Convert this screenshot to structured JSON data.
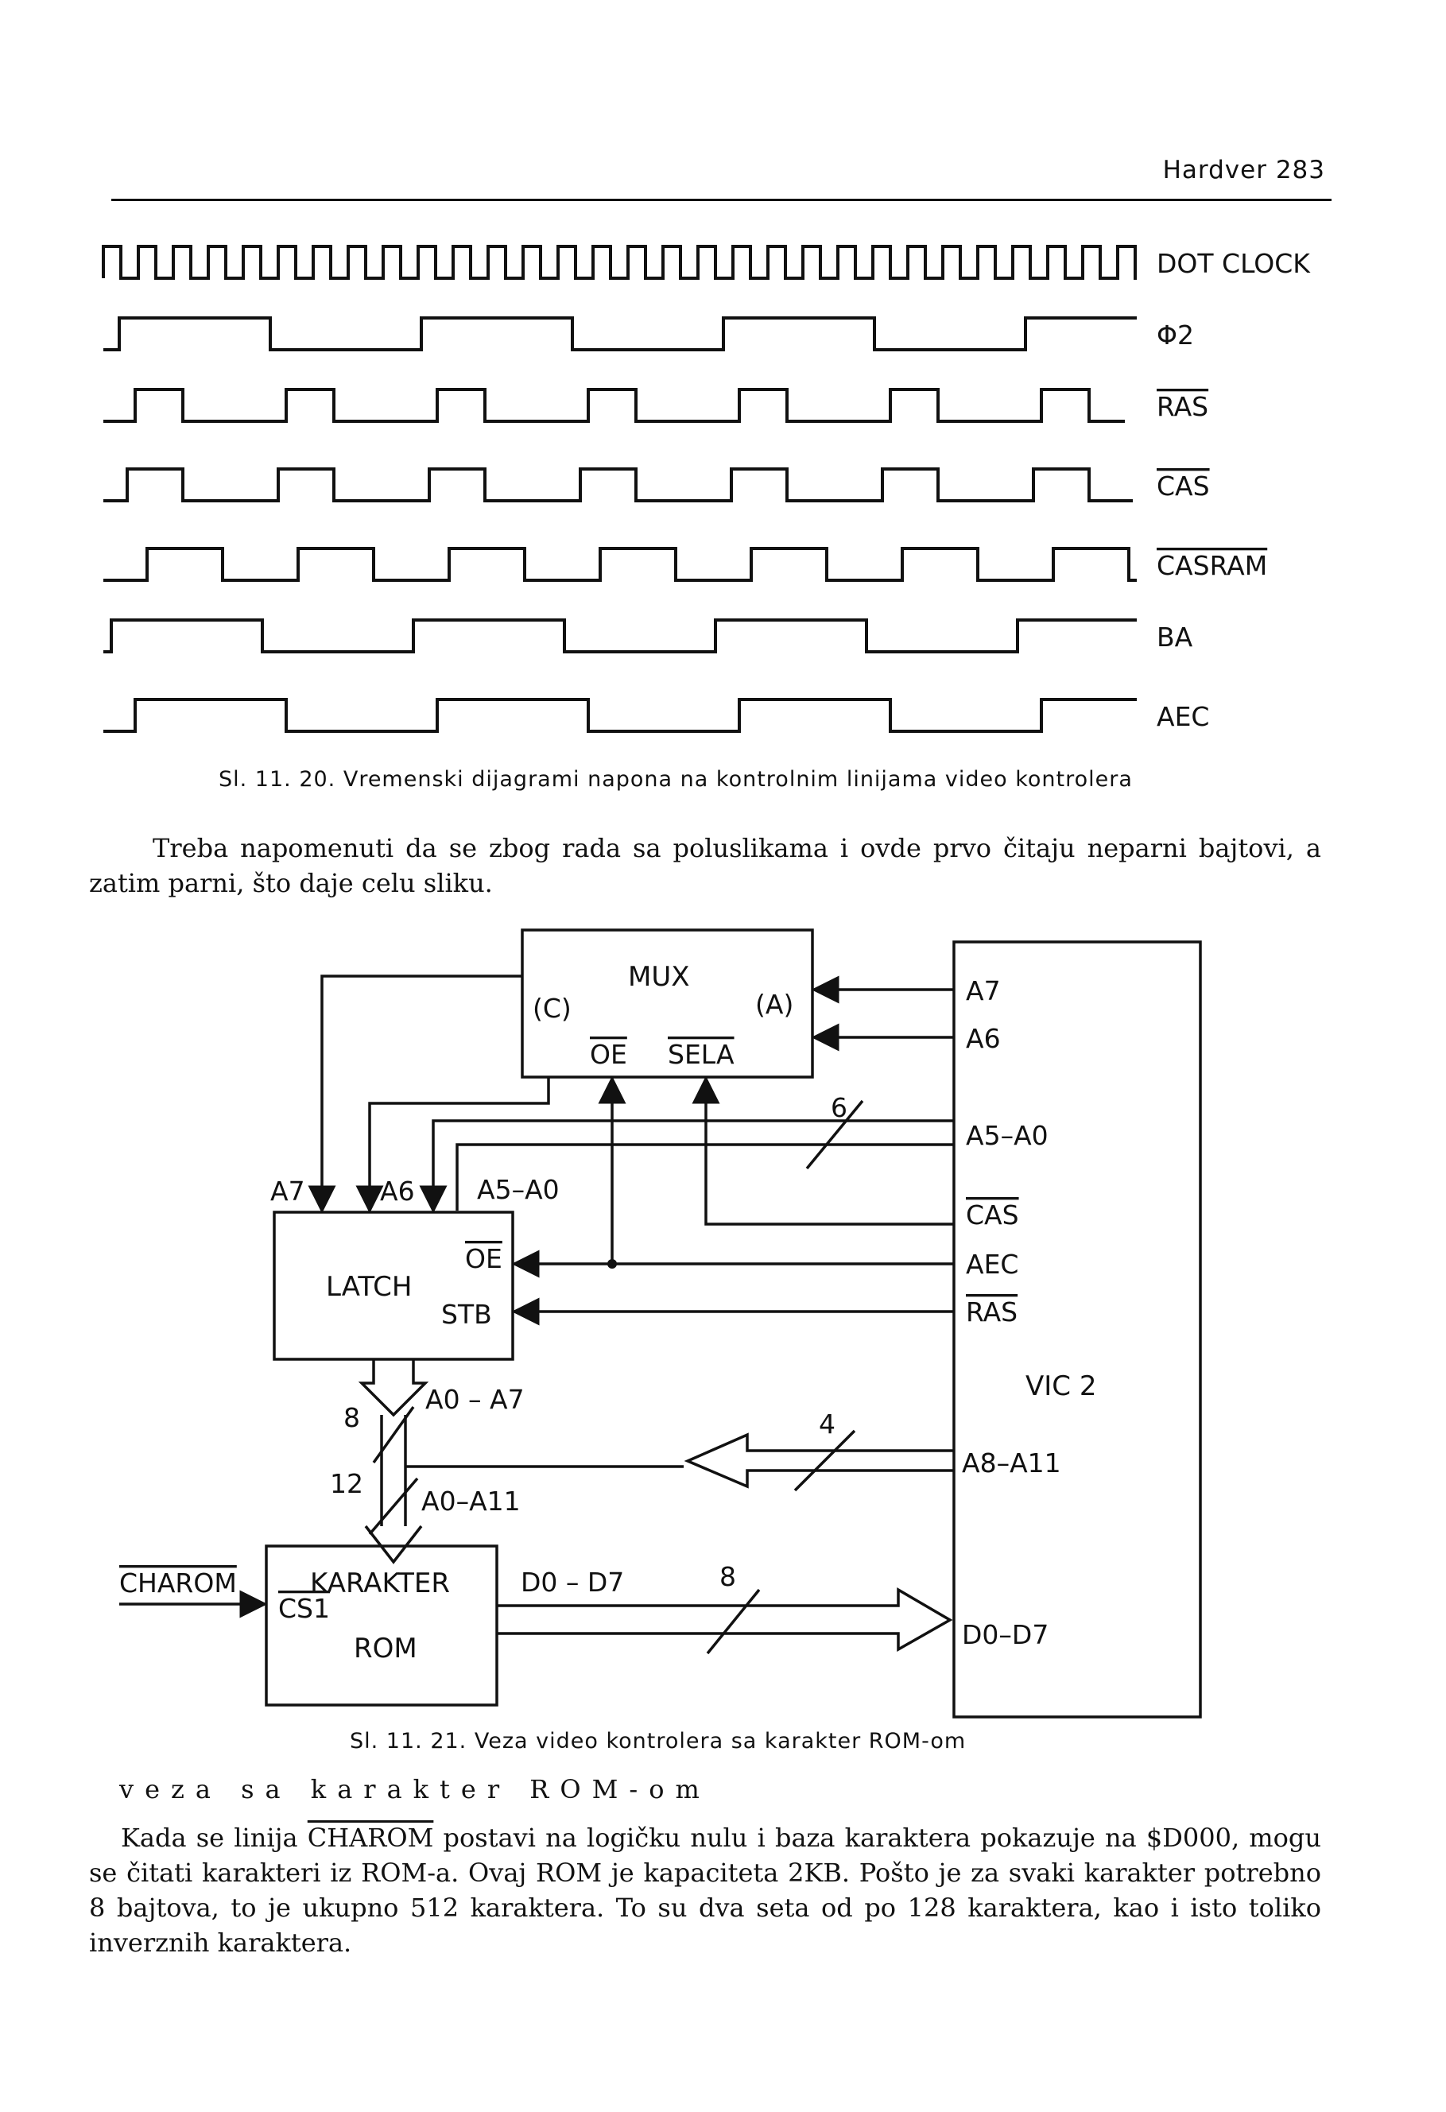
{
  "header": {
    "page_label": "Hardver 283"
  },
  "timing": {
    "signals": [
      {
        "label": "DOT CLOCK",
        "overline": false
      },
      {
        "label": "Φ2",
        "overline": false
      },
      {
        "label": "RAS",
        "overline": true
      },
      {
        "label": "CAS",
        "overline": true
      },
      {
        "label": "CASRAM",
        "overline": true
      },
      {
        "label": "BA",
        "overline": false
      },
      {
        "label": "AEC",
        "overline": false
      }
    ],
    "caption": "Sl. 11. 20. Vremenski dijagrami napona na kontrolnim linijama video kontrolera"
  },
  "paragraph1": {
    "text": "Treba napomenuti da se zbog rada sa poluslikama i ovde prvo čitaju neparni bajtovi, a zatim parni, što daje celu sliku."
  },
  "block_diagram": {
    "mux": {
      "title": "MUX",
      "port_c": "(C)",
      "port_a": "(A)",
      "oe": "OE",
      "sela": "SELA"
    },
    "latch": {
      "title": "LATCH",
      "oe": "OE",
      "stb": "STB",
      "in_a7": "A7",
      "in_a6": "A6",
      "in_a5a0": "A5–A0"
    },
    "vic": {
      "title": "VIC 2",
      "pins": [
        "A7",
        "A6",
        "A5–A0",
        "CAS",
        "AEC",
        "RAS",
        "A8–A11",
        "D0–D7"
      ]
    },
    "rom": {
      "title_line1": "KARAKTER",
      "title_line2": "ROM",
      "cs": "CS1",
      "charom": "CHAROM"
    },
    "bus_labels": {
      "six": "6",
      "eight_a": "8",
      "a0a7": "A0 – A7",
      "four": "4",
      "twelve": "12",
      "a0a11": "A0–A11",
      "d0d7": "D0 – D7",
      "eight_d": "8"
    },
    "caption": "Sl. 11. 21. Veza video kontrolera sa karakter ROM-om"
  },
  "section_heading": "veza sa karakter ROM-om",
  "paragraph2": {
    "pre": "Kada se linija ",
    "charom": "CHAROM",
    "post": " postavi na logičku nulu i baza karaktera pokazuje na $D000, mogu se čitati karakteri iz ROM-a. Ovaj ROM je kapaciteta 2KB. Pošto je za svaki karakter potrebno 8 bajtova, to je ukupno 512 karaktera. To su dva seta od po 128 karaktera, kao i isto toliko inverznih karaktera."
  }
}
